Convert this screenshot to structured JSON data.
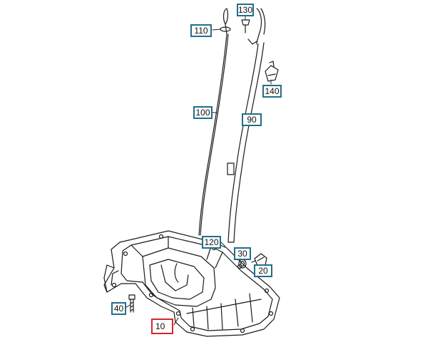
{
  "colors": {
    "callout_border": "#1f6f8b",
    "selected_border": "#d9262c",
    "line": "#1a1a1a"
  },
  "callouts": [
    {
      "id": "130",
      "label": "130",
      "selected": false
    },
    {
      "id": "110",
      "label": "110",
      "selected": false
    },
    {
      "id": "140",
      "label": "140",
      "selected": false
    },
    {
      "id": "100",
      "label": "100",
      "selected": false
    },
    {
      "id": "90",
      "label": "90",
      "selected": false
    },
    {
      "id": "120",
      "label": "120",
      "selected": false
    },
    {
      "id": "30",
      "label": "30",
      "selected": false
    },
    {
      "id": "20",
      "label": "20",
      "selected": false
    },
    {
      "id": "40",
      "label": "40",
      "selected": false
    },
    {
      "id": "10",
      "label": "10",
      "selected": true
    }
  ]
}
